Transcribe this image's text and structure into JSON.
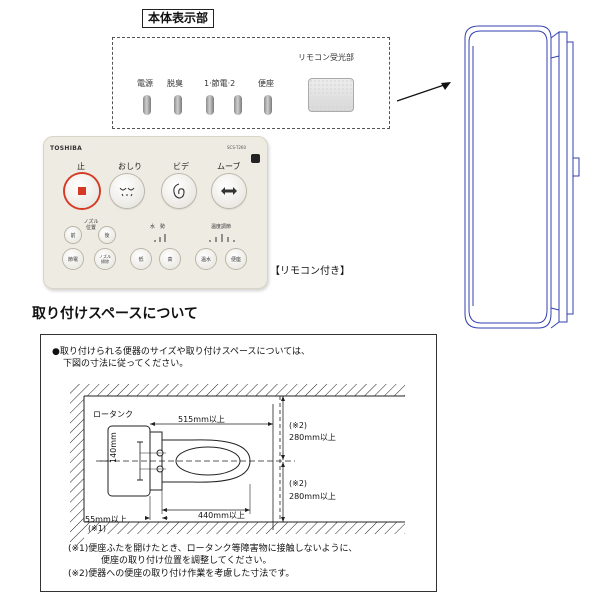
{
  "panel": {
    "title": "本体表示部",
    "indicators": [
      "電源",
      "脱臭",
      "1·節電·2",
      "便座"
    ],
    "receiver_label": "リモコン受光部"
  },
  "remote": {
    "brand": "TOSHIBA",
    "model": "SCS-T260",
    "big_buttons": [
      "止",
      "おしり",
      "ビデ",
      "ムーブ"
    ],
    "small_buttons": [
      "前",
      "ノズル位置",
      "後",
      "節電",
      "ノズル掃除",
      "低",
      "高",
      "温水",
      "便座"
    ],
    "group_labels": [
      "水　勢",
      "温度調節"
    ],
    "note": "【リモコン付き】"
  },
  "space": {
    "heading": "取り付けスペースについて",
    "intro_line1": "●取り付けられる便器のサイズや取り付けスペースについては、",
    "intro_line2": "下図の寸法に従ってください。",
    "tank_label": "ロータンク",
    "dim_515": "515mm以上",
    "dim_140": "140mm",
    "dim_440": "440mm以上",
    "dim_55": "55mm以上",
    "dim_55_note": "(※1)",
    "dim_280_top_note": "(※2)",
    "dim_280_top": "280mm以上",
    "dim_280_bot_note": "(※2)",
    "dim_280_bot": "280mm以上",
    "footnote1_line1": "(※1)便座ふたを開けたとき、ロータンク等障害物に接触しないように、",
    "footnote1_line2": "便座の取り付け位置を調整してください。",
    "footnote2": "(※2)便器への便座の取り付け作業を考慮した寸法です。"
  }
}
